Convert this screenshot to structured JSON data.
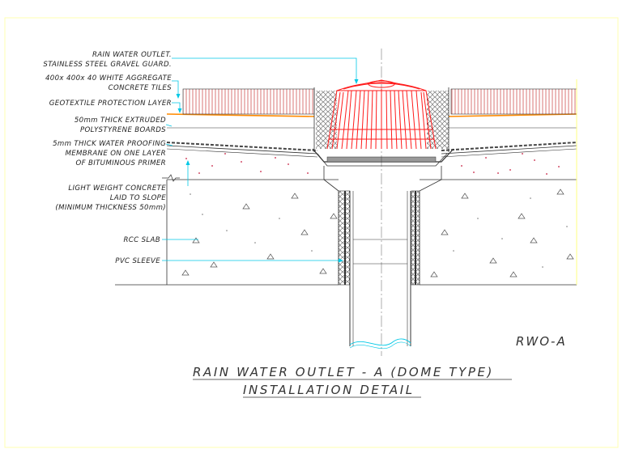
{
  "labels": {
    "outlet_line1": "RAIN WATER OUTLET.",
    "outlet_line2": "STAINLESS STEEL GRAVEL GUARD.",
    "tiles_line1": "400x 400x 40 WHITE AGGREGATE",
    "tiles_line2": "CONCRETE TILES",
    "geotextile": "GEOTEXTILE PROTECTION LAYER",
    "boards_line1": "50mm THICK EXTRUDED",
    "boards_line2": "POLYSTYRENE BOARDS",
    "membrane_line1": "5mm THICK WATER PROOFING",
    "membrane_line2": "MEMBRANE ON ONE LAYER",
    "membrane_line3": "OF BITUMINOUS PRIMER",
    "concrete_line1": "LIGHT WEIGHT CONCRETE",
    "concrete_line2": "LAID TO SLOPE",
    "concrete_line3": "(MINIMUM THICKNESS 50mm)",
    "rcc": "RCC SLAB",
    "sleeve": "PVC SLEEVE"
  },
  "tag": "RWO-A",
  "title_line1": "RAIN WATER OUTLET - A (DOME TYPE)",
  "title_line2": "INSTALLATION DETAIL",
  "colors": {
    "frame": "#ffffb0",
    "leader": "#00c8e6",
    "dome": "#ff1a1a",
    "line": "#333333",
    "orange": "#ff8a00",
    "tile_hatch": "#c83c3c",
    "dots": "#d4506a"
  }
}
